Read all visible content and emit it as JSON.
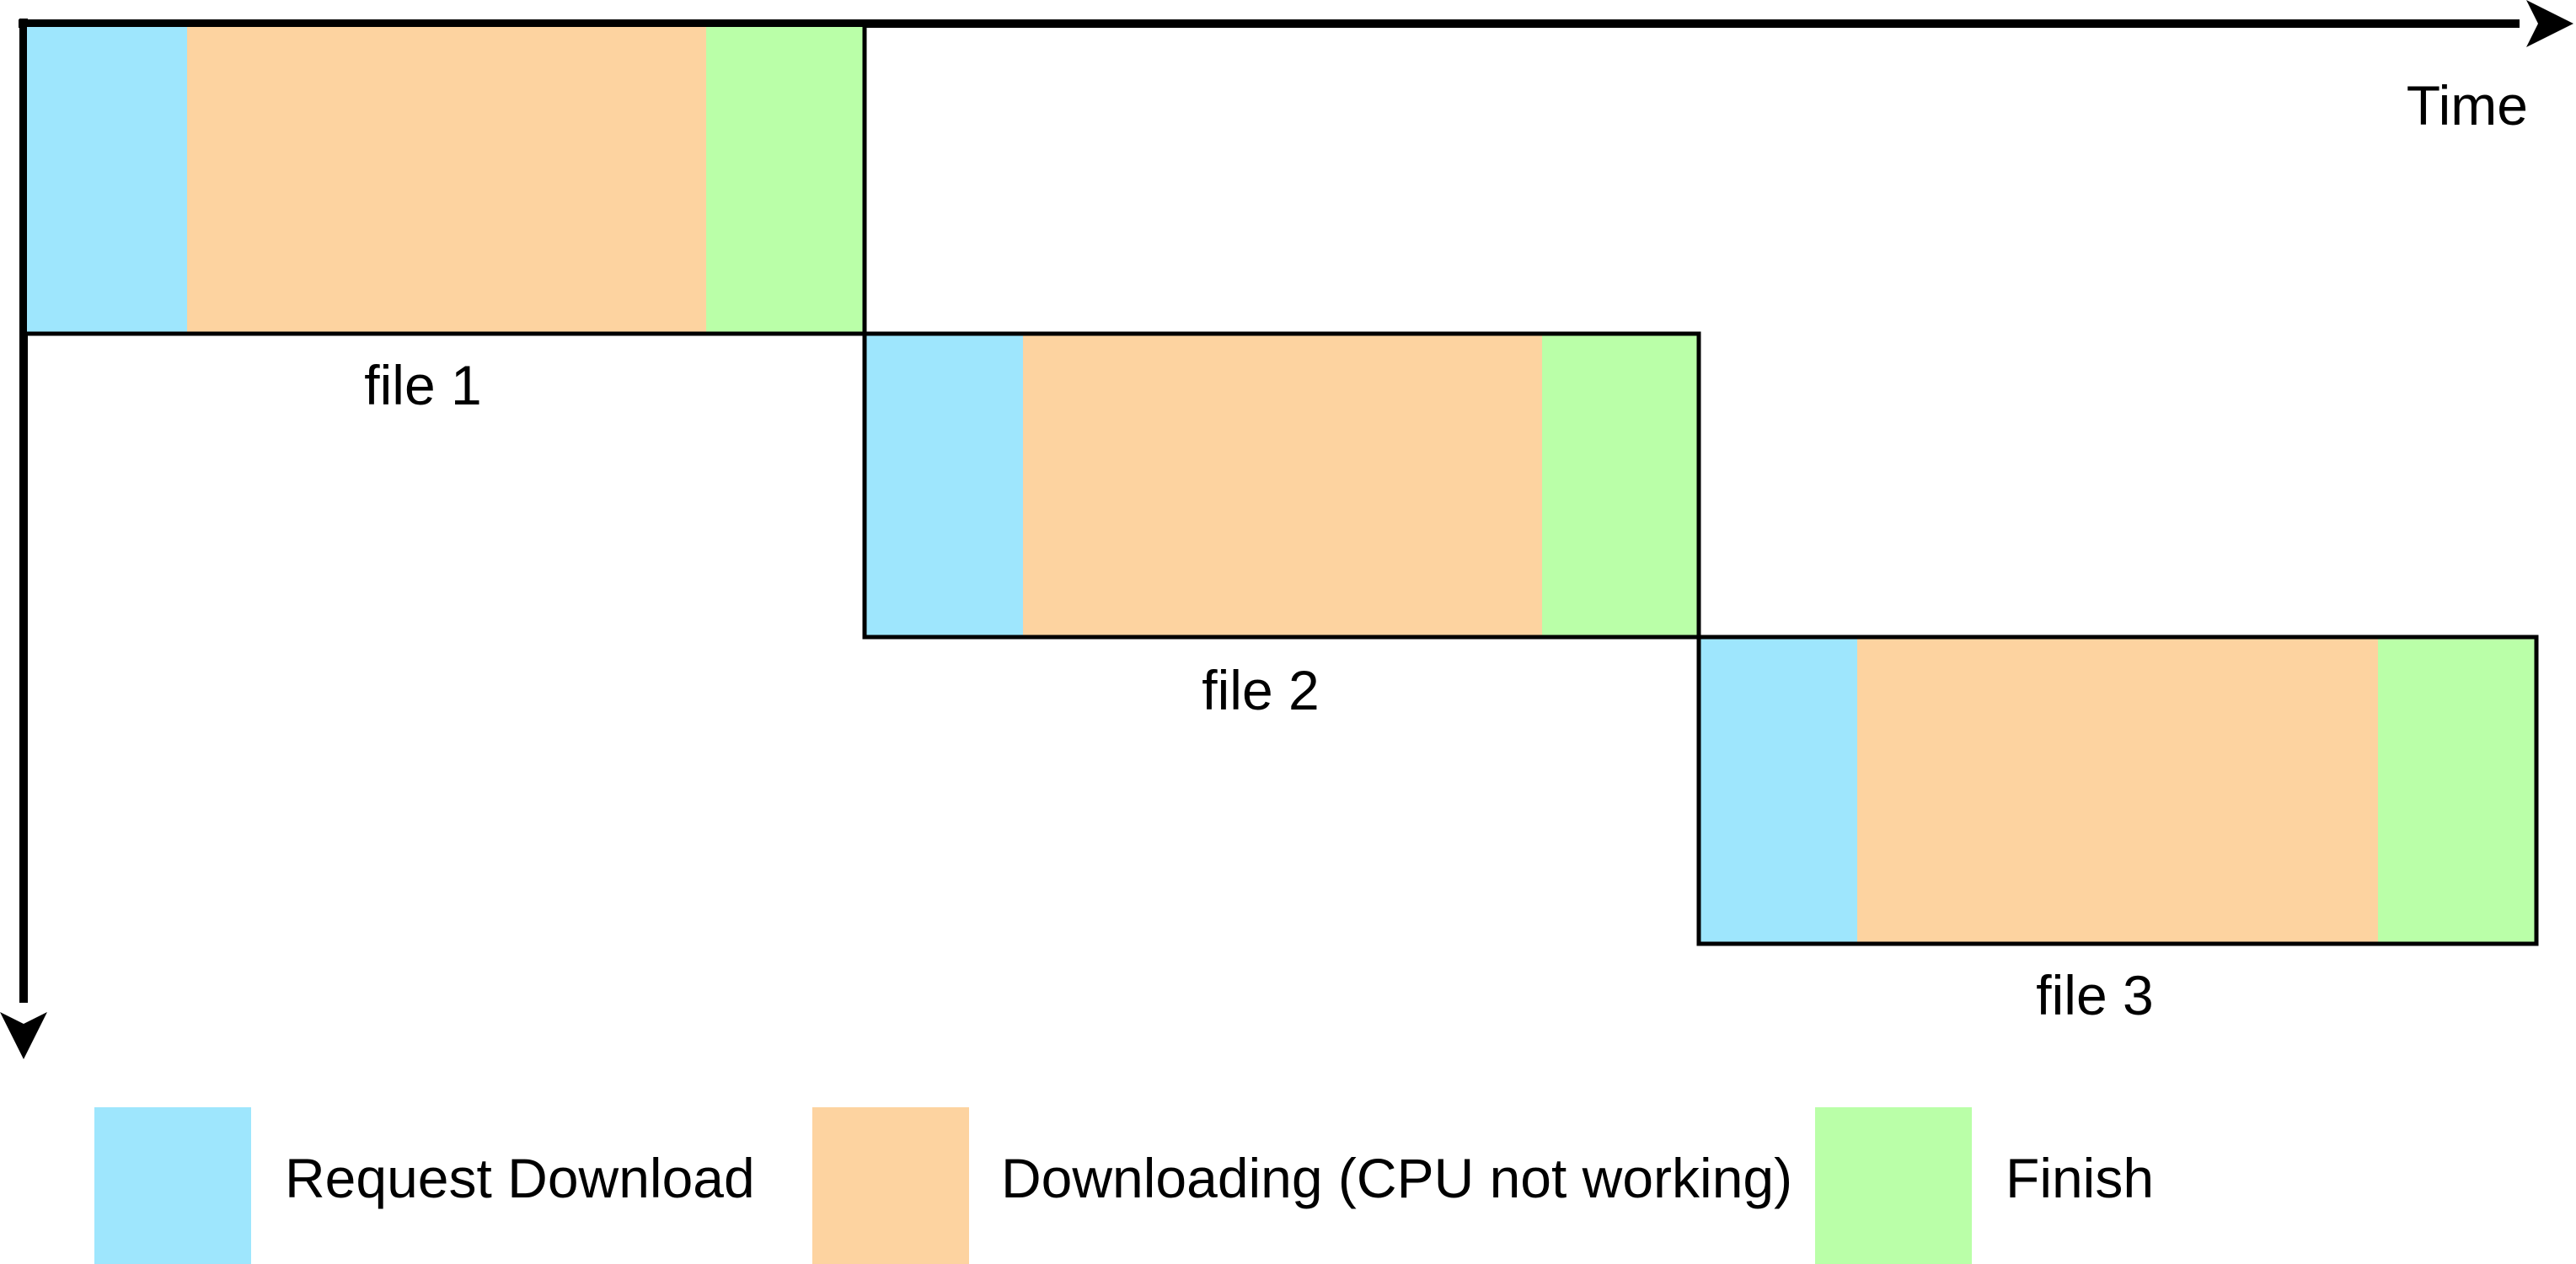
{
  "axes": {
    "time_label": "Time"
  },
  "colors": {
    "request": "#9ee6fd",
    "downloading": "#fdd3a0",
    "finish": "#baffa8",
    "stroke": "#000000"
  },
  "files": [
    {
      "label": "file 1"
    },
    {
      "label": "file 2"
    },
    {
      "label": "file 3"
    }
  ],
  "legend": [
    {
      "label": "Request Download",
      "color": "#9ee6fd"
    },
    {
      "label": "Downloading (CPU not working)",
      "color": "#fdd3a0"
    },
    {
      "label": "Finish",
      "color": "#baffa8"
    }
  ]
}
